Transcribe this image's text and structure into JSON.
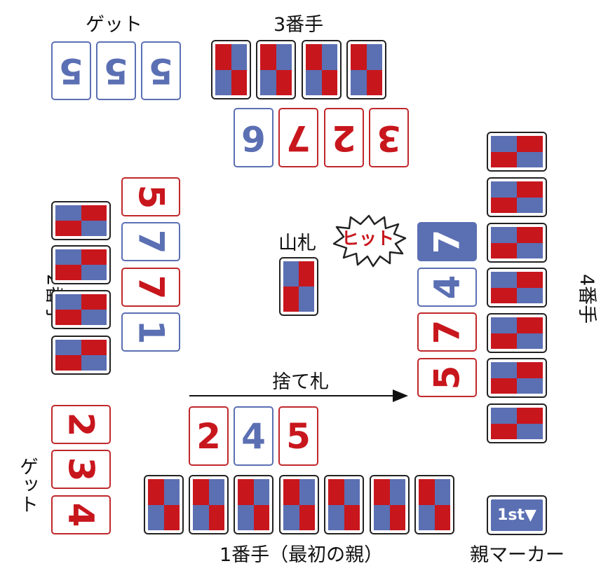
{
  "labels": {
    "get_top": "ゲット",
    "player3": "3番手",
    "player2": "2番手",
    "player4": "4番手",
    "get_left": "ゲット",
    "player1": "1番手（最初の親）",
    "deck": "山札",
    "hit": "ヒット",
    "discard": "捨て札",
    "dealer_marker": "親マーカー",
    "marker_text": "1st▼"
  },
  "cards": {
    "top_get": [
      "5",
      "5",
      "5"
    ],
    "top_row": [
      "6",
      "7",
      "2",
      "3"
    ],
    "left_col": [
      "5",
      "7",
      "7",
      "1"
    ],
    "right_col": [
      "7",
      "4",
      "7",
      "5"
    ],
    "left_get": [
      "2",
      "3",
      "4"
    ],
    "bottom_row": [
      "2",
      "4",
      "5"
    ]
  },
  "colors": {
    "red": "#c8161d",
    "blue": "#5b6fb3",
    "outline": "#222222"
  },
  "icons": {
    "hit_burst": "explosion-burst-icon",
    "arrow": "right-arrow-icon"
  }
}
